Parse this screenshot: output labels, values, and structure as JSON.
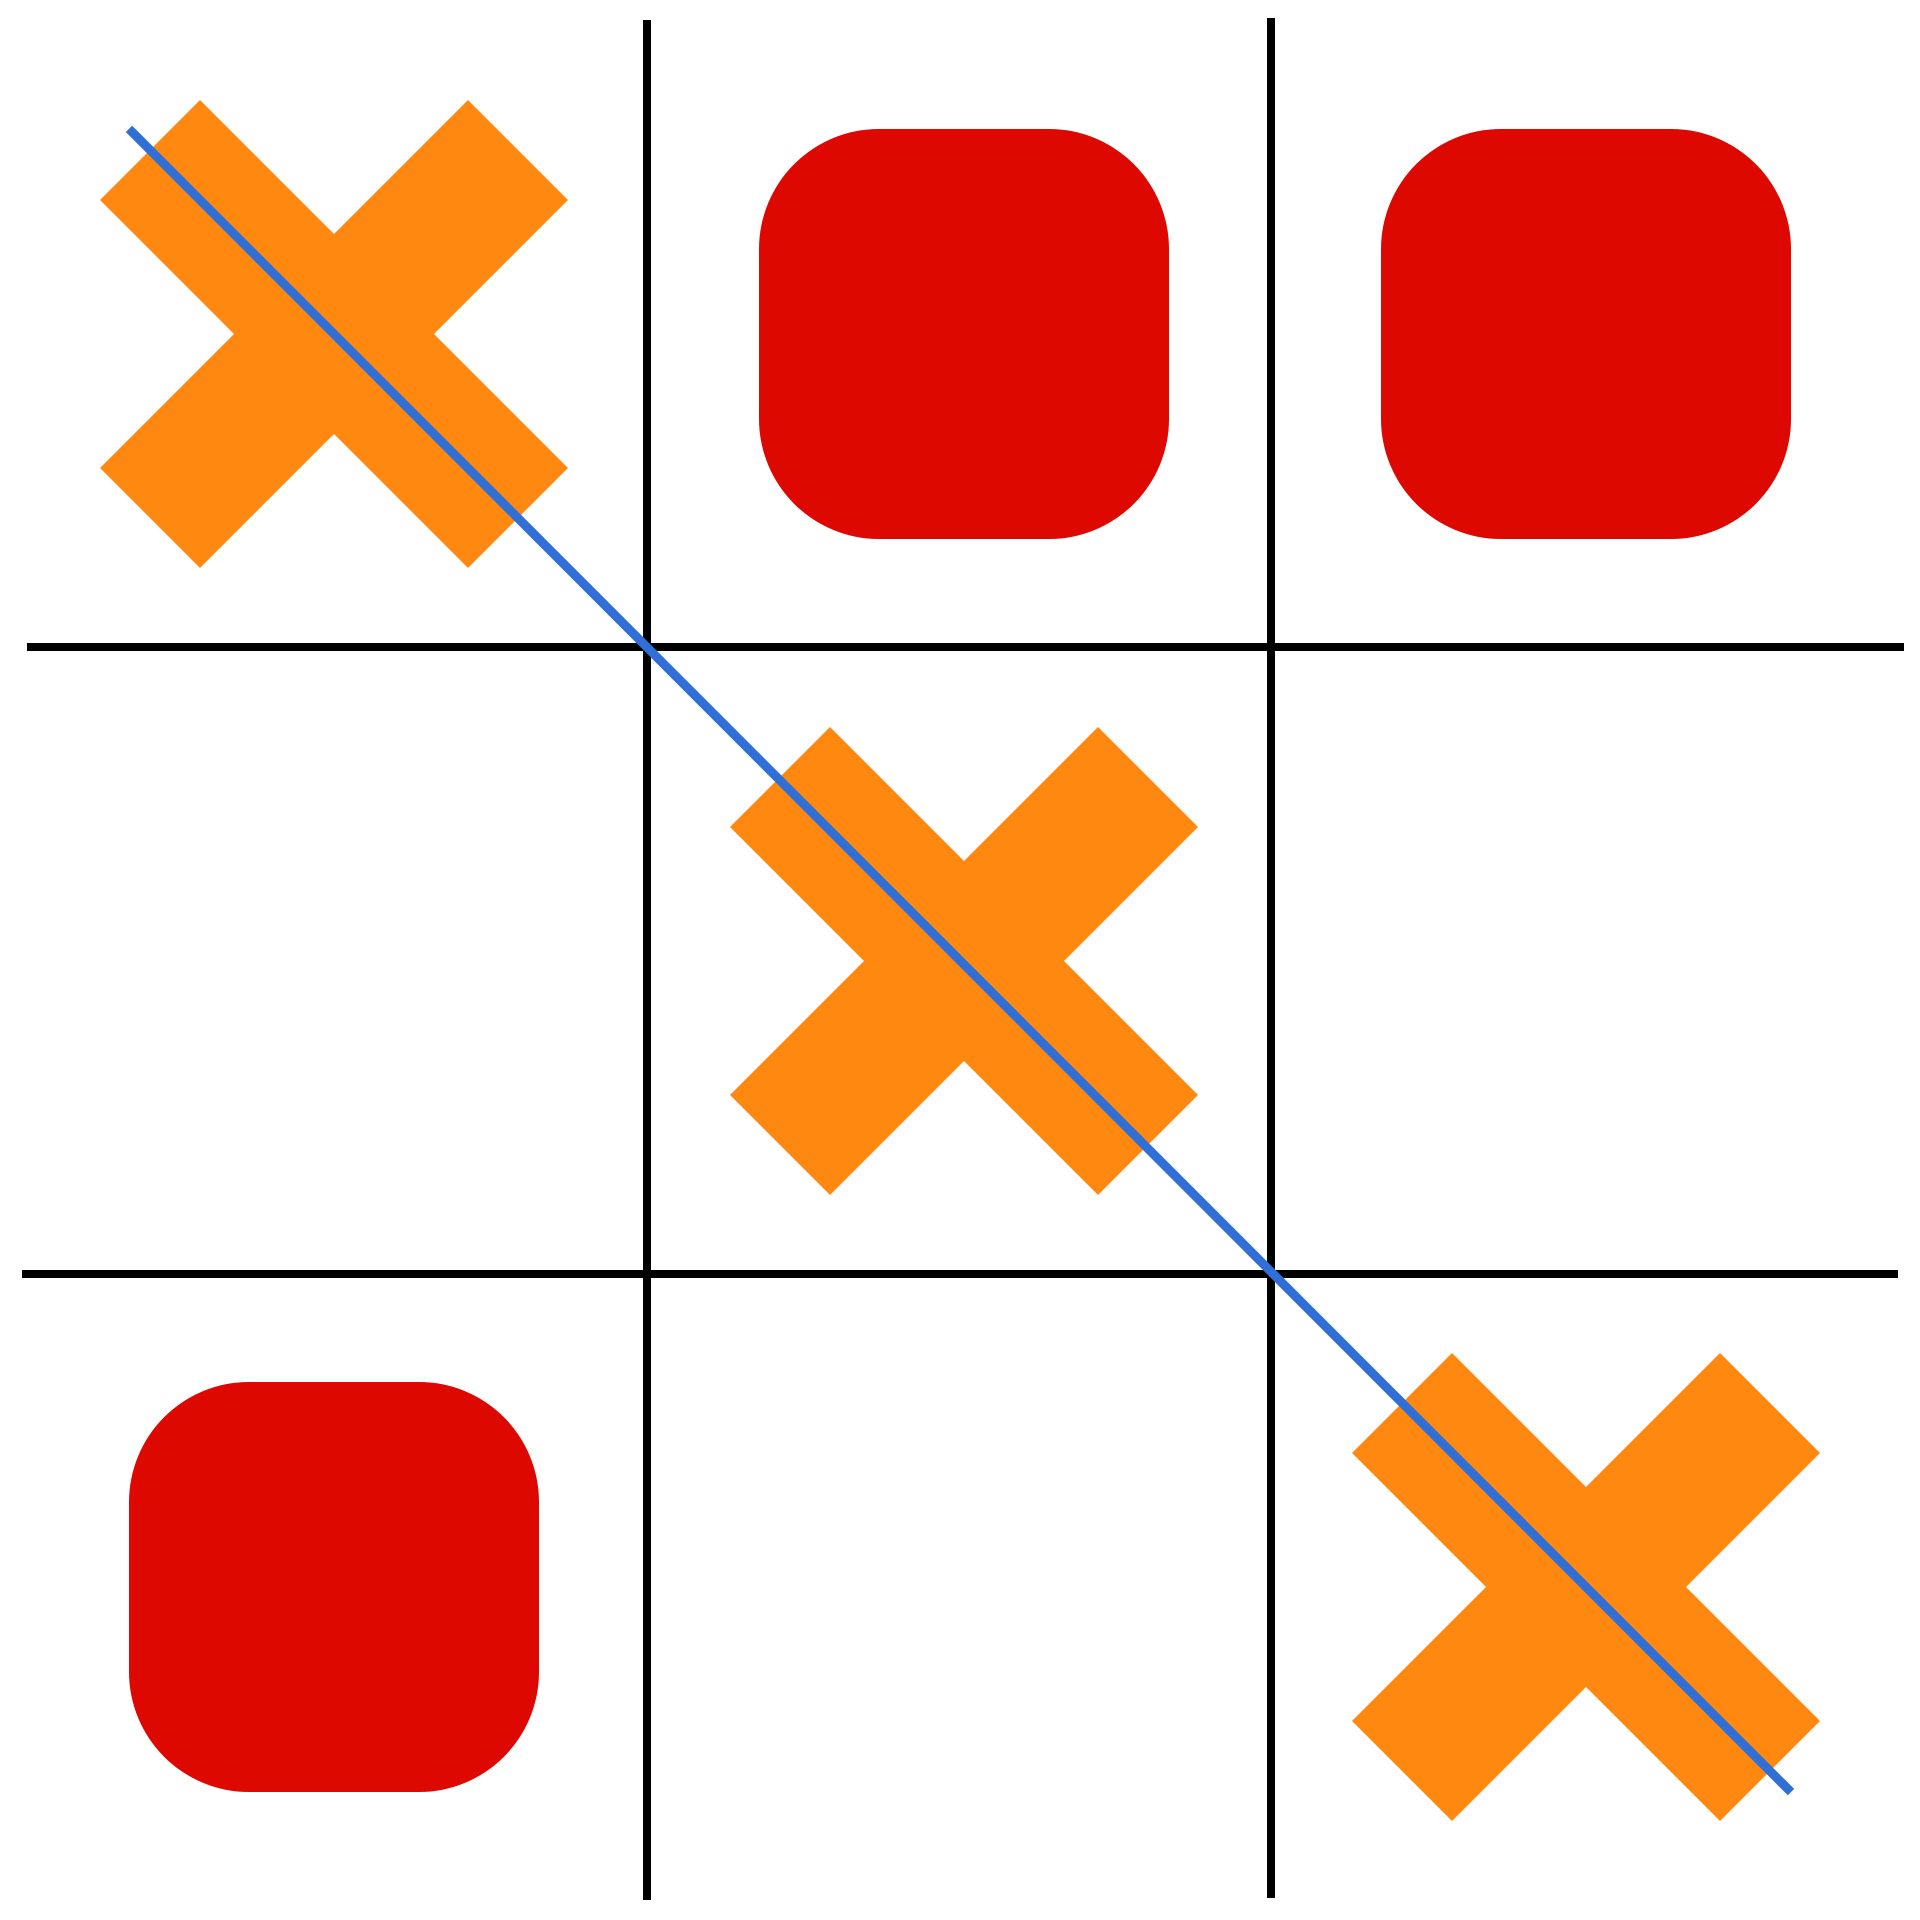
{
  "game": {
    "type": "tic-tac-toe",
    "rows": 3,
    "cols": 3,
    "cells": [
      [
        "X",
        "O",
        "O"
      ],
      [
        "",
        "X",
        ""
      ],
      [
        "O",
        "",
        "X"
      ]
    ],
    "winner": "X",
    "winning_line": {
      "from": [
        0,
        0
      ],
      "to": [
        2,
        2
      ],
      "direction": "diagonal"
    }
  },
  "colors": {
    "background": "#ffffff",
    "grid": "#000000",
    "x_mark": "#ff8811",
    "o_mark": "#dd0800",
    "win_line": "#2f6fd6"
  },
  "icons": {
    "x": "x-mark-icon",
    "o": "o-mark-icon"
  }
}
